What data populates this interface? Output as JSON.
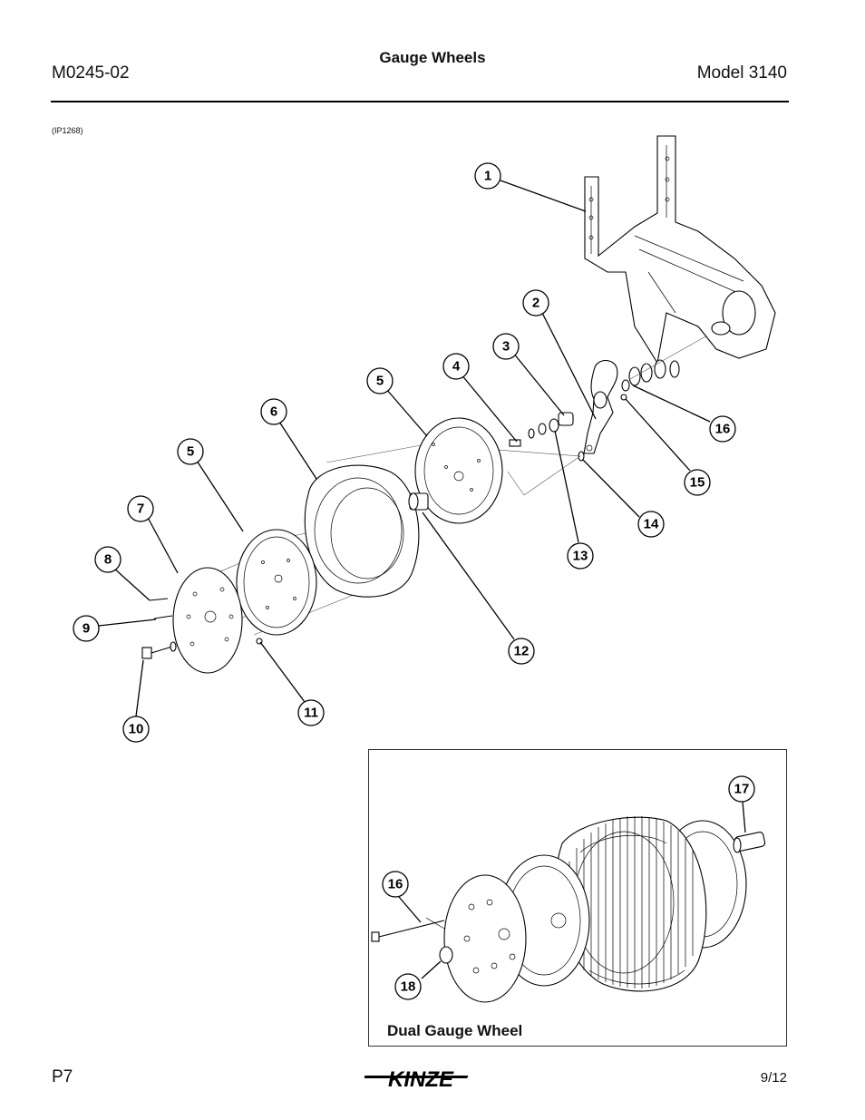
{
  "header": {
    "doc_id": "M0245-02",
    "title": "Gauge Wheels",
    "model": "Model 3140"
  },
  "figure_ref": "(IP1268)",
  "callouts": {
    "c1": "1",
    "c2": "2",
    "c3": "3",
    "c4": "4",
    "c5a": "5",
    "c5b": "5",
    "c6": "6",
    "c7": "7",
    "c8": "8",
    "c9": "9",
    "c10": "10",
    "c11": "11",
    "c12": "12",
    "c13": "13",
    "c14": "14",
    "c15": "15",
    "c16": "16",
    "i17": "17",
    "i16": "16",
    "i18": "18"
  },
  "inset": {
    "caption": "Dual Gauge Wheel"
  },
  "footer": {
    "page": "P7",
    "brand": "KINZE",
    "date": "9/12"
  }
}
